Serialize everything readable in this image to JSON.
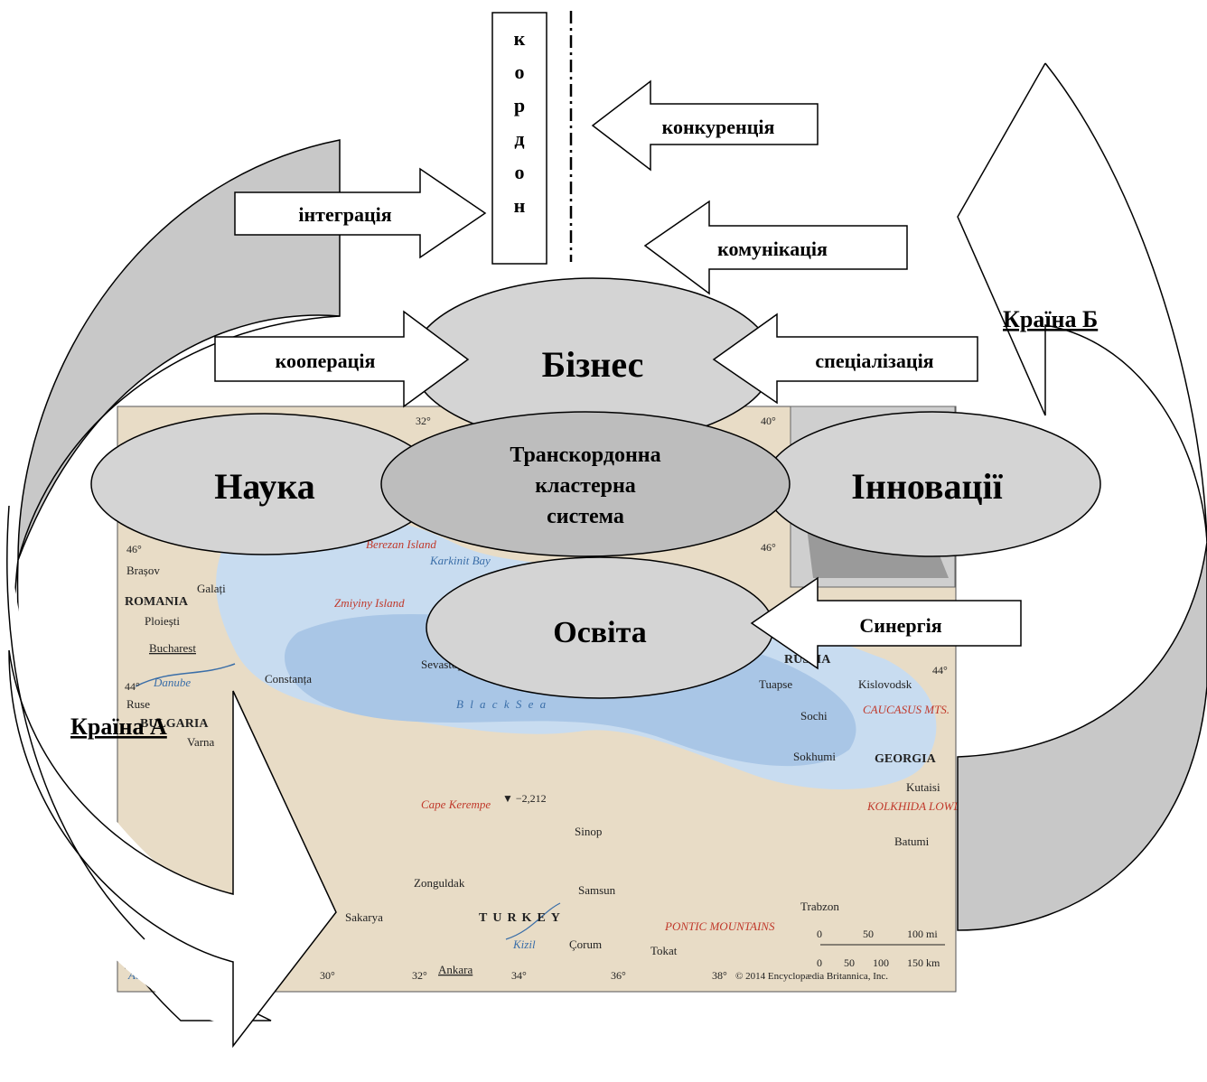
{
  "border": {
    "letters": [
      "к",
      "о",
      "р",
      "д",
      "о",
      "н"
    ]
  },
  "arrows": {
    "competition": "конкуренція",
    "integration": "інтеграція",
    "communication": "комунікація",
    "cooperation": "кооперація",
    "specialization": "спеціалізація",
    "synergy": "Синергія"
  },
  "ellipses": {
    "business": "Бізнес",
    "science": "Наука",
    "innovation": "Інновації",
    "center": [
      "Транскордонна",
      "кластерна",
      "система"
    ],
    "education": "Освіта"
  },
  "countries": {
    "a": "Країна А",
    "b": "Країна Б"
  },
  "map": {
    "sea_name": "B l a c k   S e a",
    "depth": "▼ −2,212",
    "copyright": "© 2014 Encyclopædia Britannica, Inc.",
    "scale_mi": [
      "0",
      "50",
      "100 mi"
    ],
    "scale_km": [
      "0",
      "50",
      "100",
      "150 km"
    ],
    "countries": [
      "ROMANIA",
      "BULGARIA",
      "TURKEY",
      "RUSSIA",
      "GEORGIA"
    ],
    "cities": [
      "Brașov",
      "Galați",
      "Ploiești",
      "Bucharest",
      "Constanța",
      "Ruse",
      "Varna",
      "Zonguldak",
      "Sakarya",
      "Ankara",
      "Samsun",
      "Sinop",
      "Çorum",
      "Tokat",
      "Trabzon",
      "Batumi",
      "Kutaisi",
      "Sokhumi",
      "Sochi",
      "Tuapse",
      "Kislovodsk",
      "Sevastopol"
    ],
    "features": [
      "Berezan Island",
      "Karkinit Bay",
      "Zmiyiny Island",
      "Danube",
      "Cape Kerempe",
      "CAUCASUS MTS.",
      "KOLKHIDA LOWLAND",
      "PONTIC MOUNTAINS",
      "Kizil",
      "Aegean Sea"
    ],
    "lat_labels": [
      "46°",
      "44°",
      "40°",
      "46°",
      "44°"
    ],
    "lon_labels": [
      "32°",
      "40°",
      "30°",
      "32°",
      "34°",
      "36°",
      "38°"
    ]
  },
  "colors": {
    "land": "#e8dcc6",
    "sea_shallow": "#c8dcf0",
    "sea_deep": "#a9c6e6",
    "ellipse_light": "#d4d4d4",
    "ellipse_center": "#bdbdbd",
    "curve_fill": "#c8c8c8",
    "map_red": "#c0392b",
    "map_blue": "#3a6ea8"
  }
}
